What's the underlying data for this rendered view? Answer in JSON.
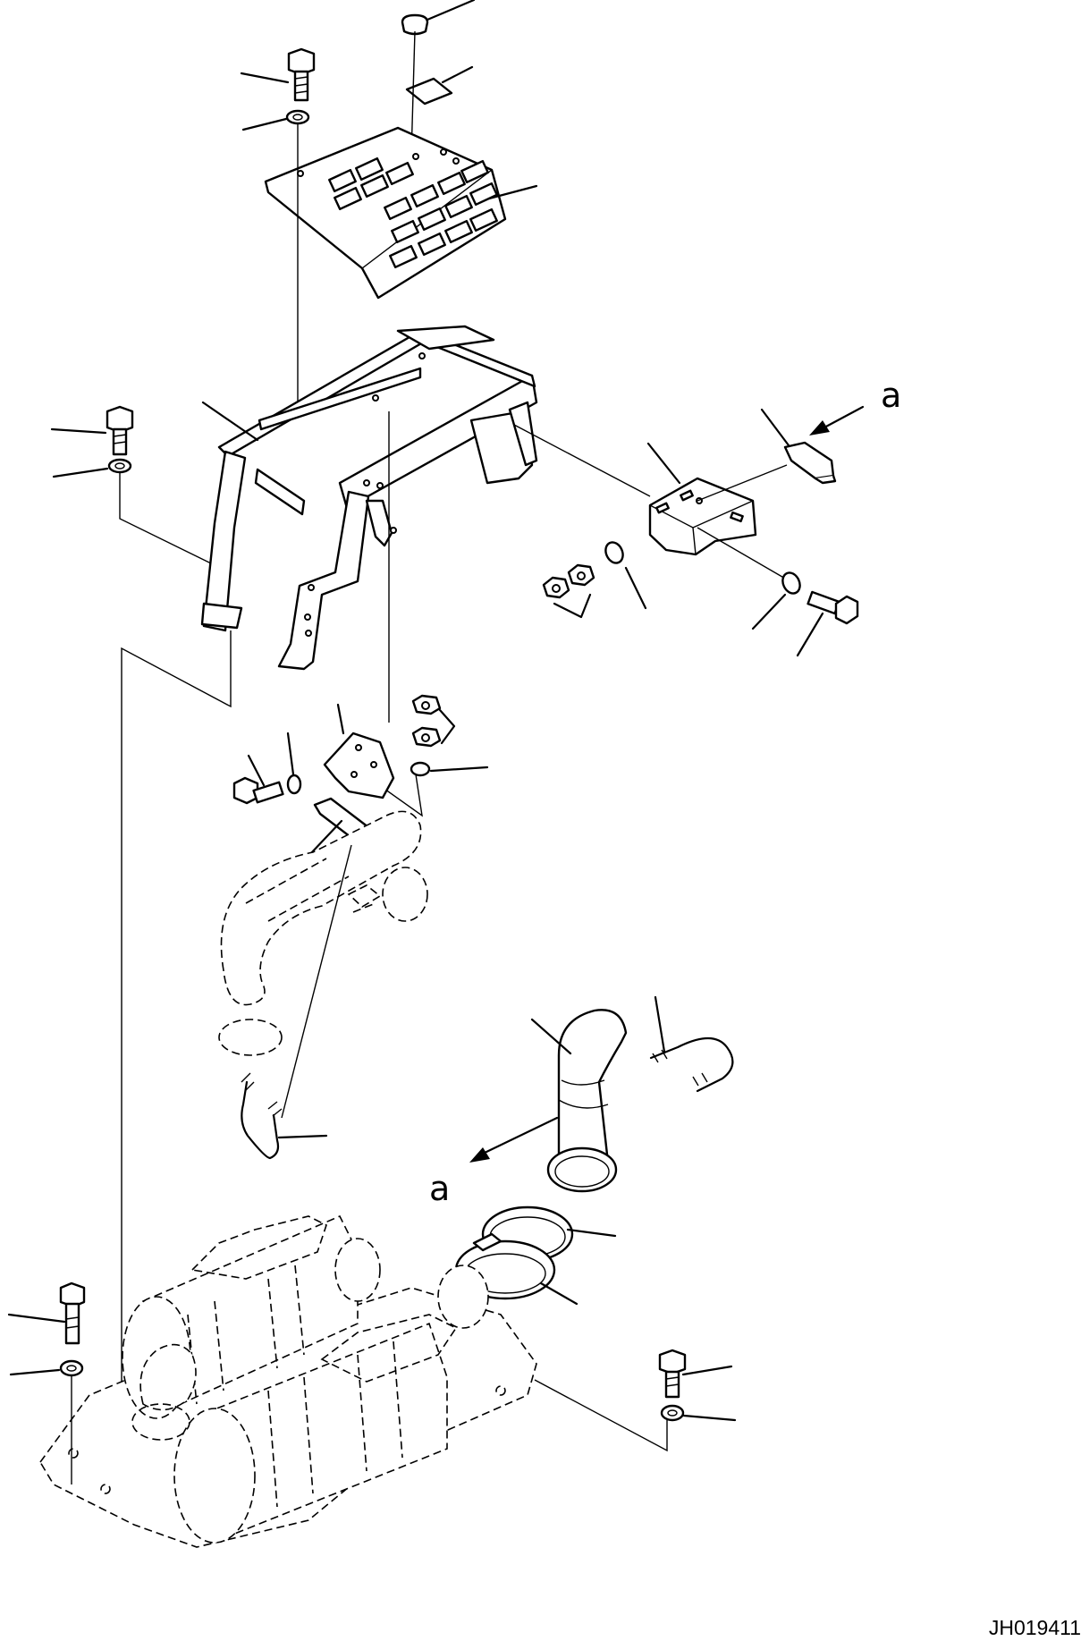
{
  "drawing": {
    "view_arrow_letter_top": "a",
    "view_arrow_letter_bottom": "a",
    "drawing_number": "JH019411"
  }
}
